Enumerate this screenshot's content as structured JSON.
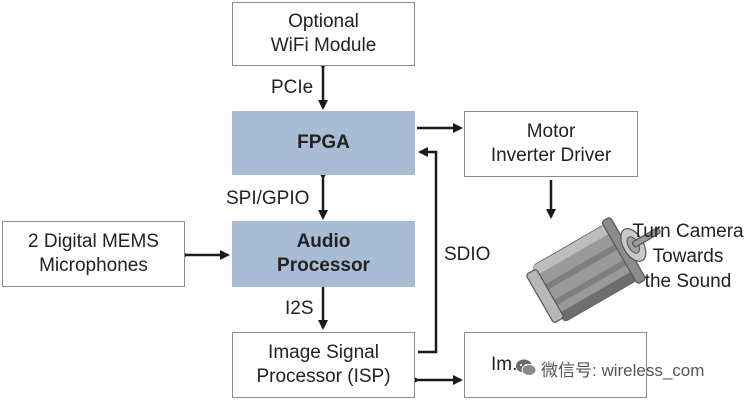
{
  "blocks": {
    "wifi": "Optional\nWiFi Module",
    "fpga": "FPGA",
    "motor": "Motor\nInverter Driver",
    "mems": "2 Digital MEMS\nMicrophones",
    "audio": "Audio\nProcessor",
    "isp": "Image Signal\nProcessor (ISP)",
    "image": "Im..."
  },
  "links": {
    "pcie": "PCIe",
    "spi": "SPI/GPIO",
    "i2s": "I2S",
    "sdio": "SDIO"
  },
  "caption": "Turn Camera\nTowards\nthe Sound",
  "watermark": "微信号: wireless_com",
  "colors": {
    "processor_fill": "#a9bcd6",
    "box_border": "#8a8a8a",
    "wire": "#1a1a1a"
  }
}
